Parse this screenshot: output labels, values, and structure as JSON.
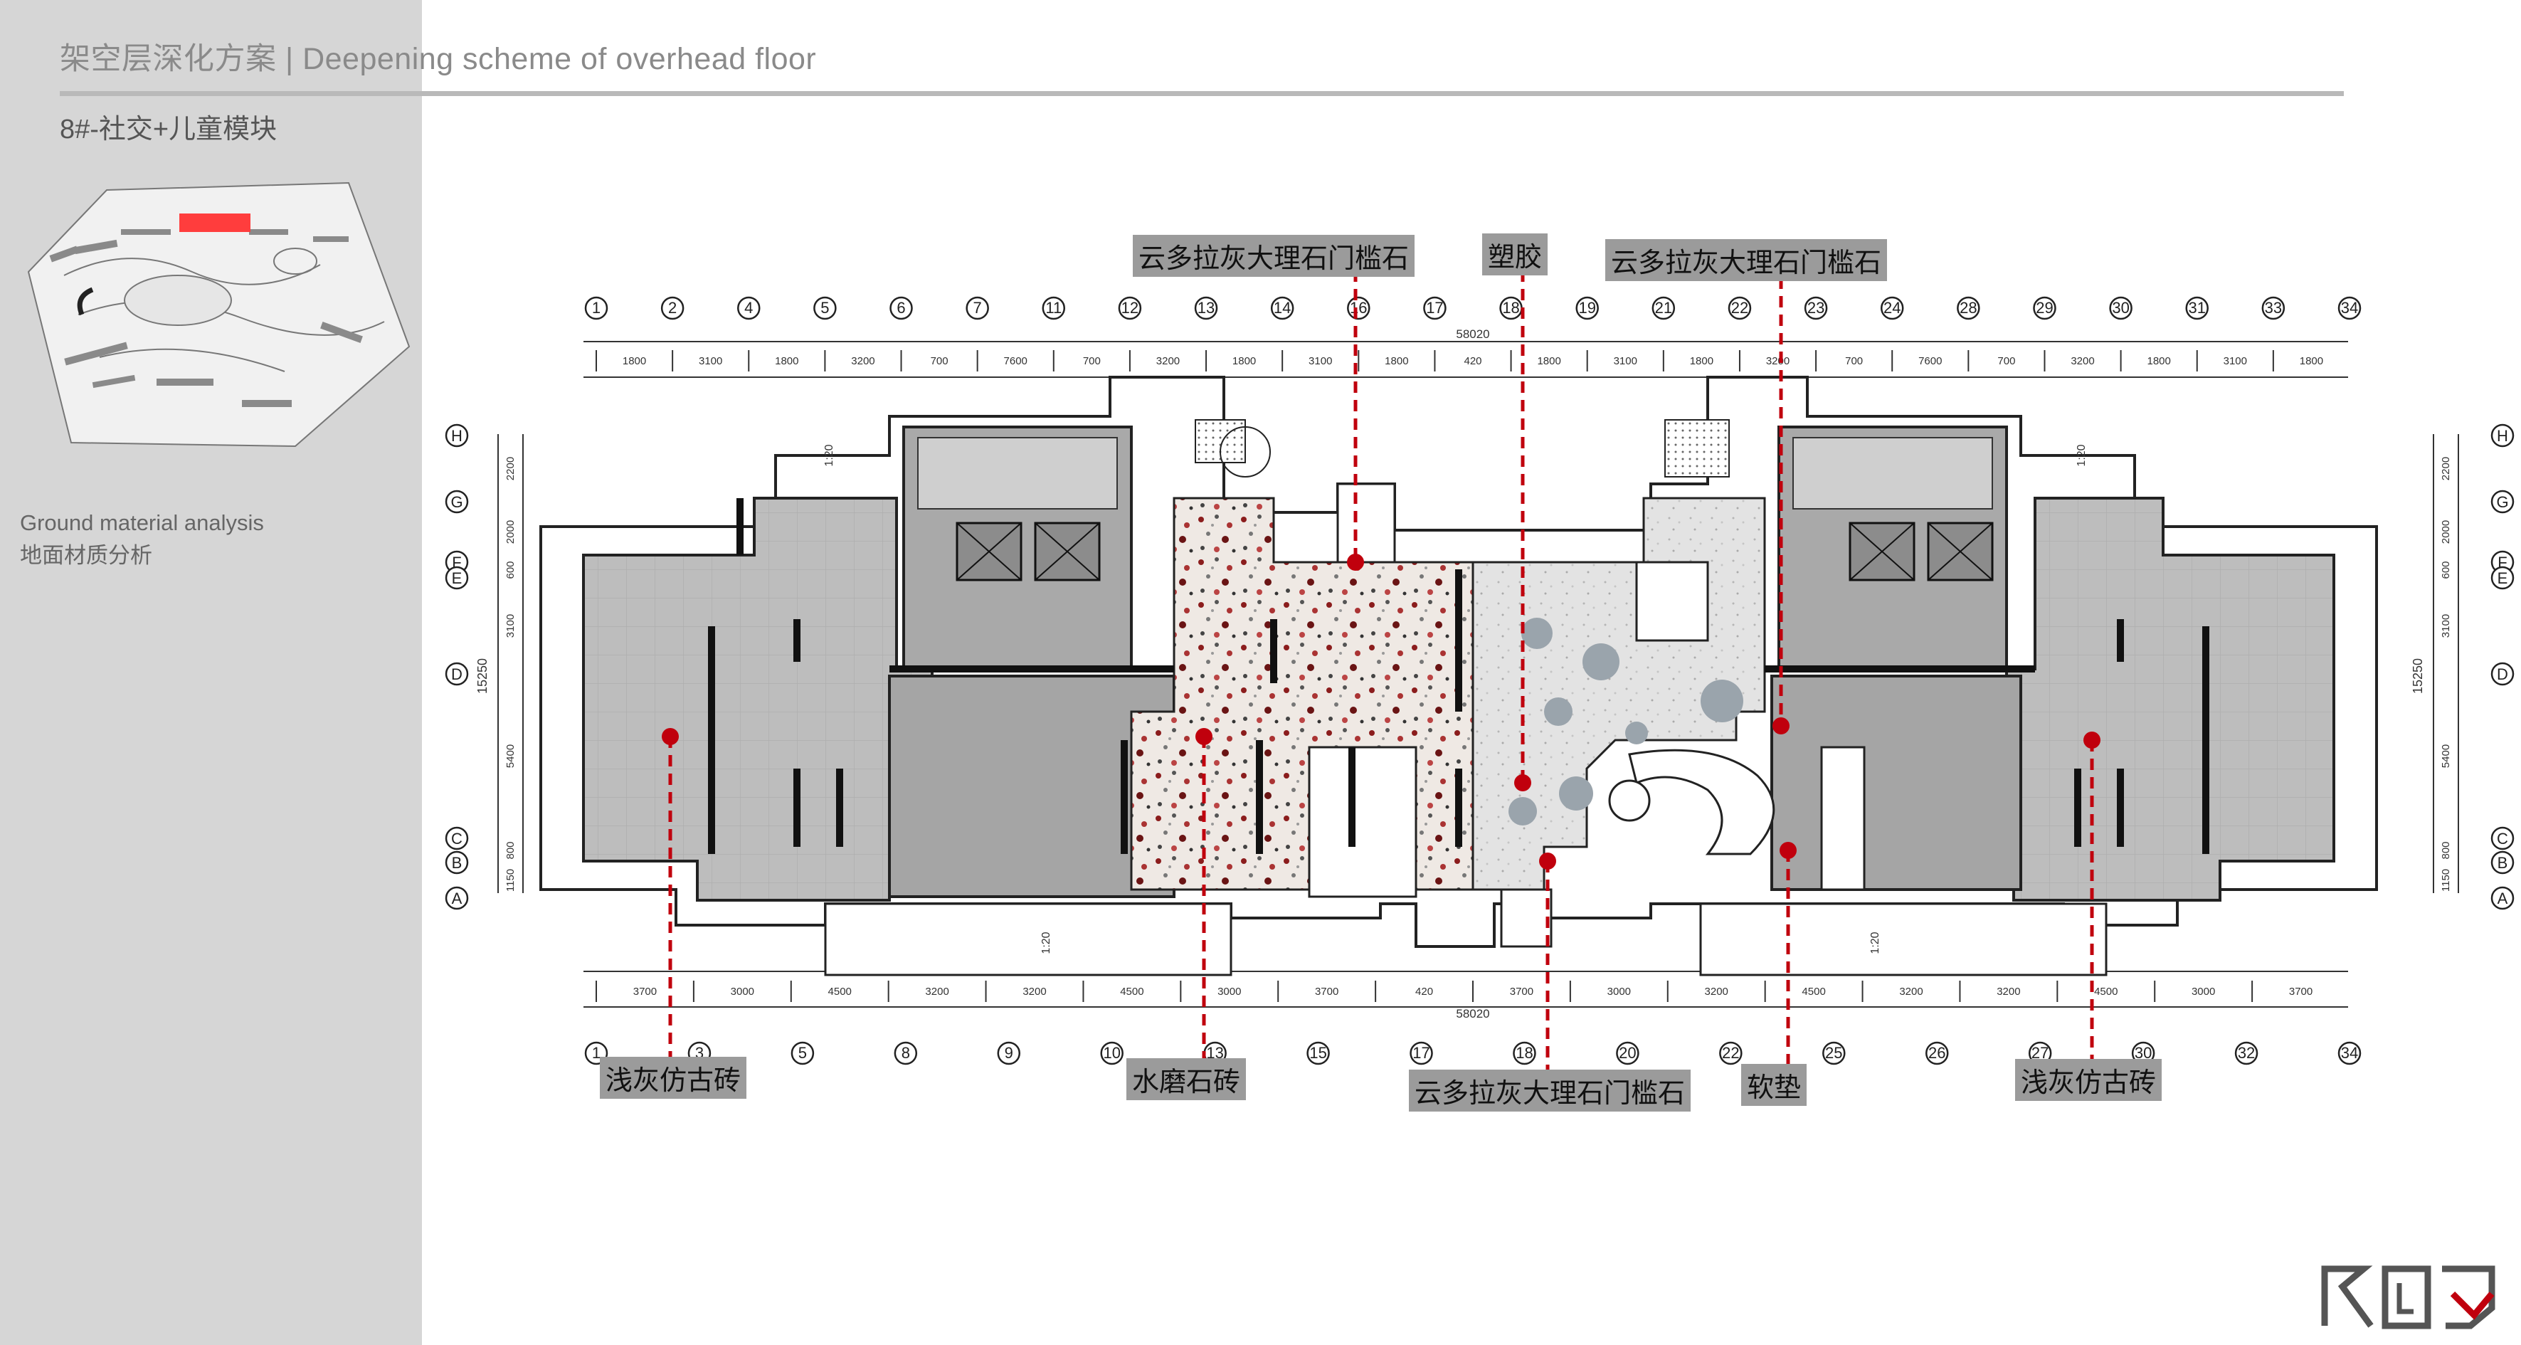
{
  "header": {
    "title": "架空层深化方案 | Deepening scheme of overhead floor",
    "subtitle": "8#-社交+儿童模块"
  },
  "sidebar": {
    "analysis_en": "Ground material analysis",
    "analysis_cn": "地面材质分析"
  },
  "plan": {
    "top_axes": [
      "1",
      "2",
      "4",
      "5",
      "6",
      "7",
      "11",
      "12",
      "13",
      "14",
      "16",
      "17",
      "18",
      "19",
      "21",
      "22",
      "23",
      "24",
      "28",
      "29",
      "30",
      "31",
      "33",
      "34"
    ],
    "bottom_axes": [
      "1",
      "3",
      "5",
      "8",
      "9",
      "10",
      "13",
      "15",
      "17",
      "18",
      "20",
      "22",
      "25",
      "26",
      "27",
      "30",
      "32",
      "34"
    ],
    "row_axes": [
      "H",
      "G",
      "F",
      "E",
      "D",
      "C",
      "B",
      "A"
    ],
    "top_dims": [
      "1800",
      "3100",
      "1800",
      "3200",
      "700",
      "7600",
      "700",
      "3200",
      "1800",
      "3100",
      "1800",
      "420",
      "1800",
      "3100",
      "1800",
      "3200",
      "700",
      "7600",
      "700",
      "3200",
      "1800",
      "3100",
      "1800"
    ],
    "bottom_dims": [
      "3700",
      "3000",
      "4500",
      "3200",
      "3200",
      "4500",
      "3000",
      "3700",
      "420",
      "3700",
      "3000",
      "3200",
      "4500",
      "3200",
      "3200",
      "4500",
      "3000",
      "3700"
    ],
    "overall_dim": "58020",
    "side_dims_left": [
      "2200",
      "2000",
      "600",
      "3100",
      "5400",
      "800",
      "1150"
    ],
    "side_total": "15250",
    "ramp_label": "1:20"
  },
  "material_labels": {
    "top_left_marble": "云多拉灰大理石门槛石",
    "top_plastic": "塑胶",
    "top_right_marble": "云多拉灰大理石门槛石",
    "bottom_left_tile": "浅灰仿古砖",
    "bottom_terrazzo": "水磨石砖",
    "bottom_marble": "云多拉灰大理石门槛石",
    "bottom_soft": "软垫",
    "bottom_right_tile": "浅灰仿古砖"
  },
  "colors": {
    "marker": "#c0000d",
    "tile": "#bcbcbc",
    "label_bg": "#9b9b9b",
    "sidebar_bg": "#d6d6d6",
    "highlight": "#ff3d3d"
  },
  "logo": {
    "icon": "brand-logo-icon"
  }
}
